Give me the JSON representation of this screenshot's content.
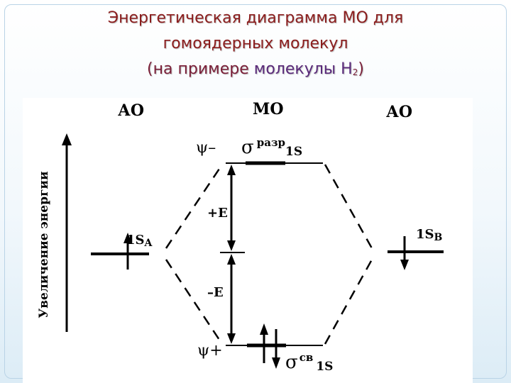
{
  "title": {
    "line1": "Энергетическая диаграмма МО для",
    "line2": "гомоядерных молекул",
    "line3_prefix": "(на примере ",
    "line3_molecule": "молекулы Н",
    "line3_subscript": "2",
    "line3_suffix": ")"
  },
  "diagram": {
    "col_left": "АО",
    "col_center": "МО",
    "col_right": "АО",
    "axis_label": "Увеличение энергии",
    "psi_minus": "ψ–",
    "psi_plus": "ψ+",
    "sigma_antibonding_symbol": "σ",
    "sigma_antibonding_sup": "разр",
    "sigma_antibonding_sub": "1S",
    "sigma_bonding_symbol": "σ",
    "sigma_bonding_sup": "св",
    "sigma_bonding_sub": "1S",
    "ao_left_label": "1S",
    "ao_left_sub": "A",
    "ao_right_label": "1S",
    "ao_right_sub": "B",
    "plus_e": "+E",
    "minus_e": "–E"
  },
  "colors": {
    "title": "#8b1d1d",
    "title_molecule": "#5a2a7a",
    "lines": "#000000"
  }
}
